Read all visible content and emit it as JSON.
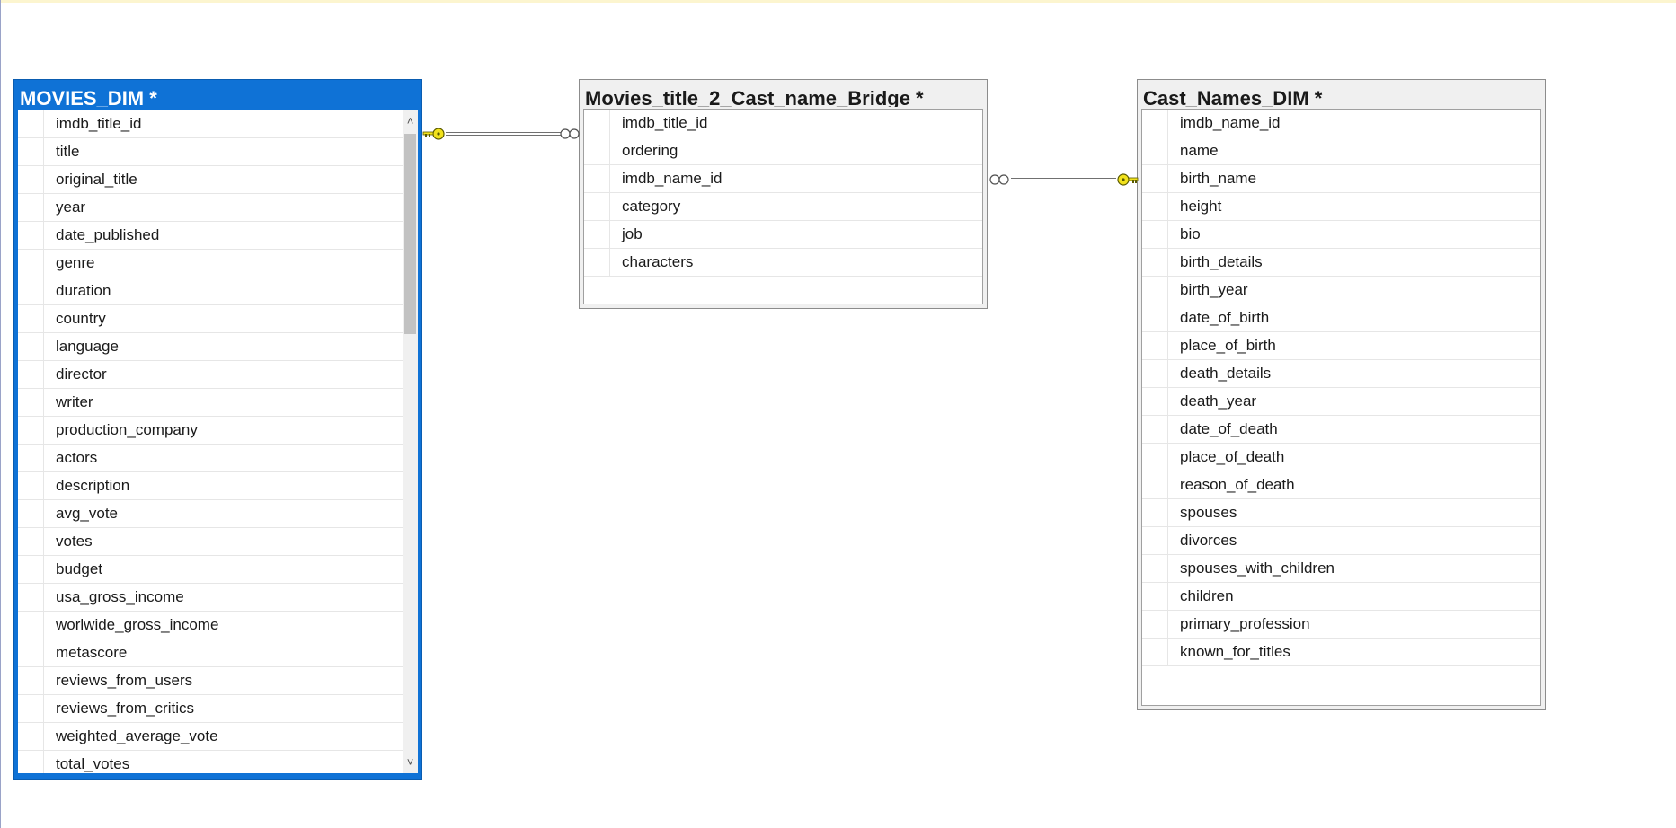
{
  "tables": {
    "movies": {
      "title": "MOVIES_DIM *",
      "columns": [
        "imdb_title_id",
        "title",
        "original_title",
        "year",
        "date_published",
        "genre",
        "duration",
        "country",
        "language",
        "director",
        "writer",
        "production_company",
        "actors",
        "description",
        "avg_vote",
        "votes",
        "budget",
        "usa_gross_income",
        "worlwide_gross_income",
        "metascore",
        "reviews_from_users",
        "reviews_from_critics",
        "weighted_average_vote",
        "total_votes"
      ]
    },
    "bridge": {
      "title": "Movies_title_2_Cast_name_Bridge *",
      "columns": [
        "imdb_title_id",
        "ordering",
        "imdb_name_id",
        "category",
        "job",
        "characters"
      ]
    },
    "cast": {
      "title": "Cast_Names_DIM *",
      "columns": [
        "imdb_name_id",
        "name",
        "birth_name",
        "height",
        "bio",
        "birth_details",
        "birth_year",
        "date_of_birth",
        "place_of_birth",
        "death_details",
        "death_year",
        "date_of_death",
        "place_of_death",
        "reason_of_death",
        "spouses",
        "divorces",
        "spouses_with_children",
        "children",
        "primary_profession",
        "known_for_titles"
      ]
    }
  },
  "icons": {
    "scroll_up": "chevron-up-icon",
    "scroll_down": "chevron-down-icon",
    "key": "key-icon",
    "infinity": "many-endpoint-icon"
  },
  "colors": {
    "selection": "#0f72d6",
    "key": "#f2e21c"
  }
}
